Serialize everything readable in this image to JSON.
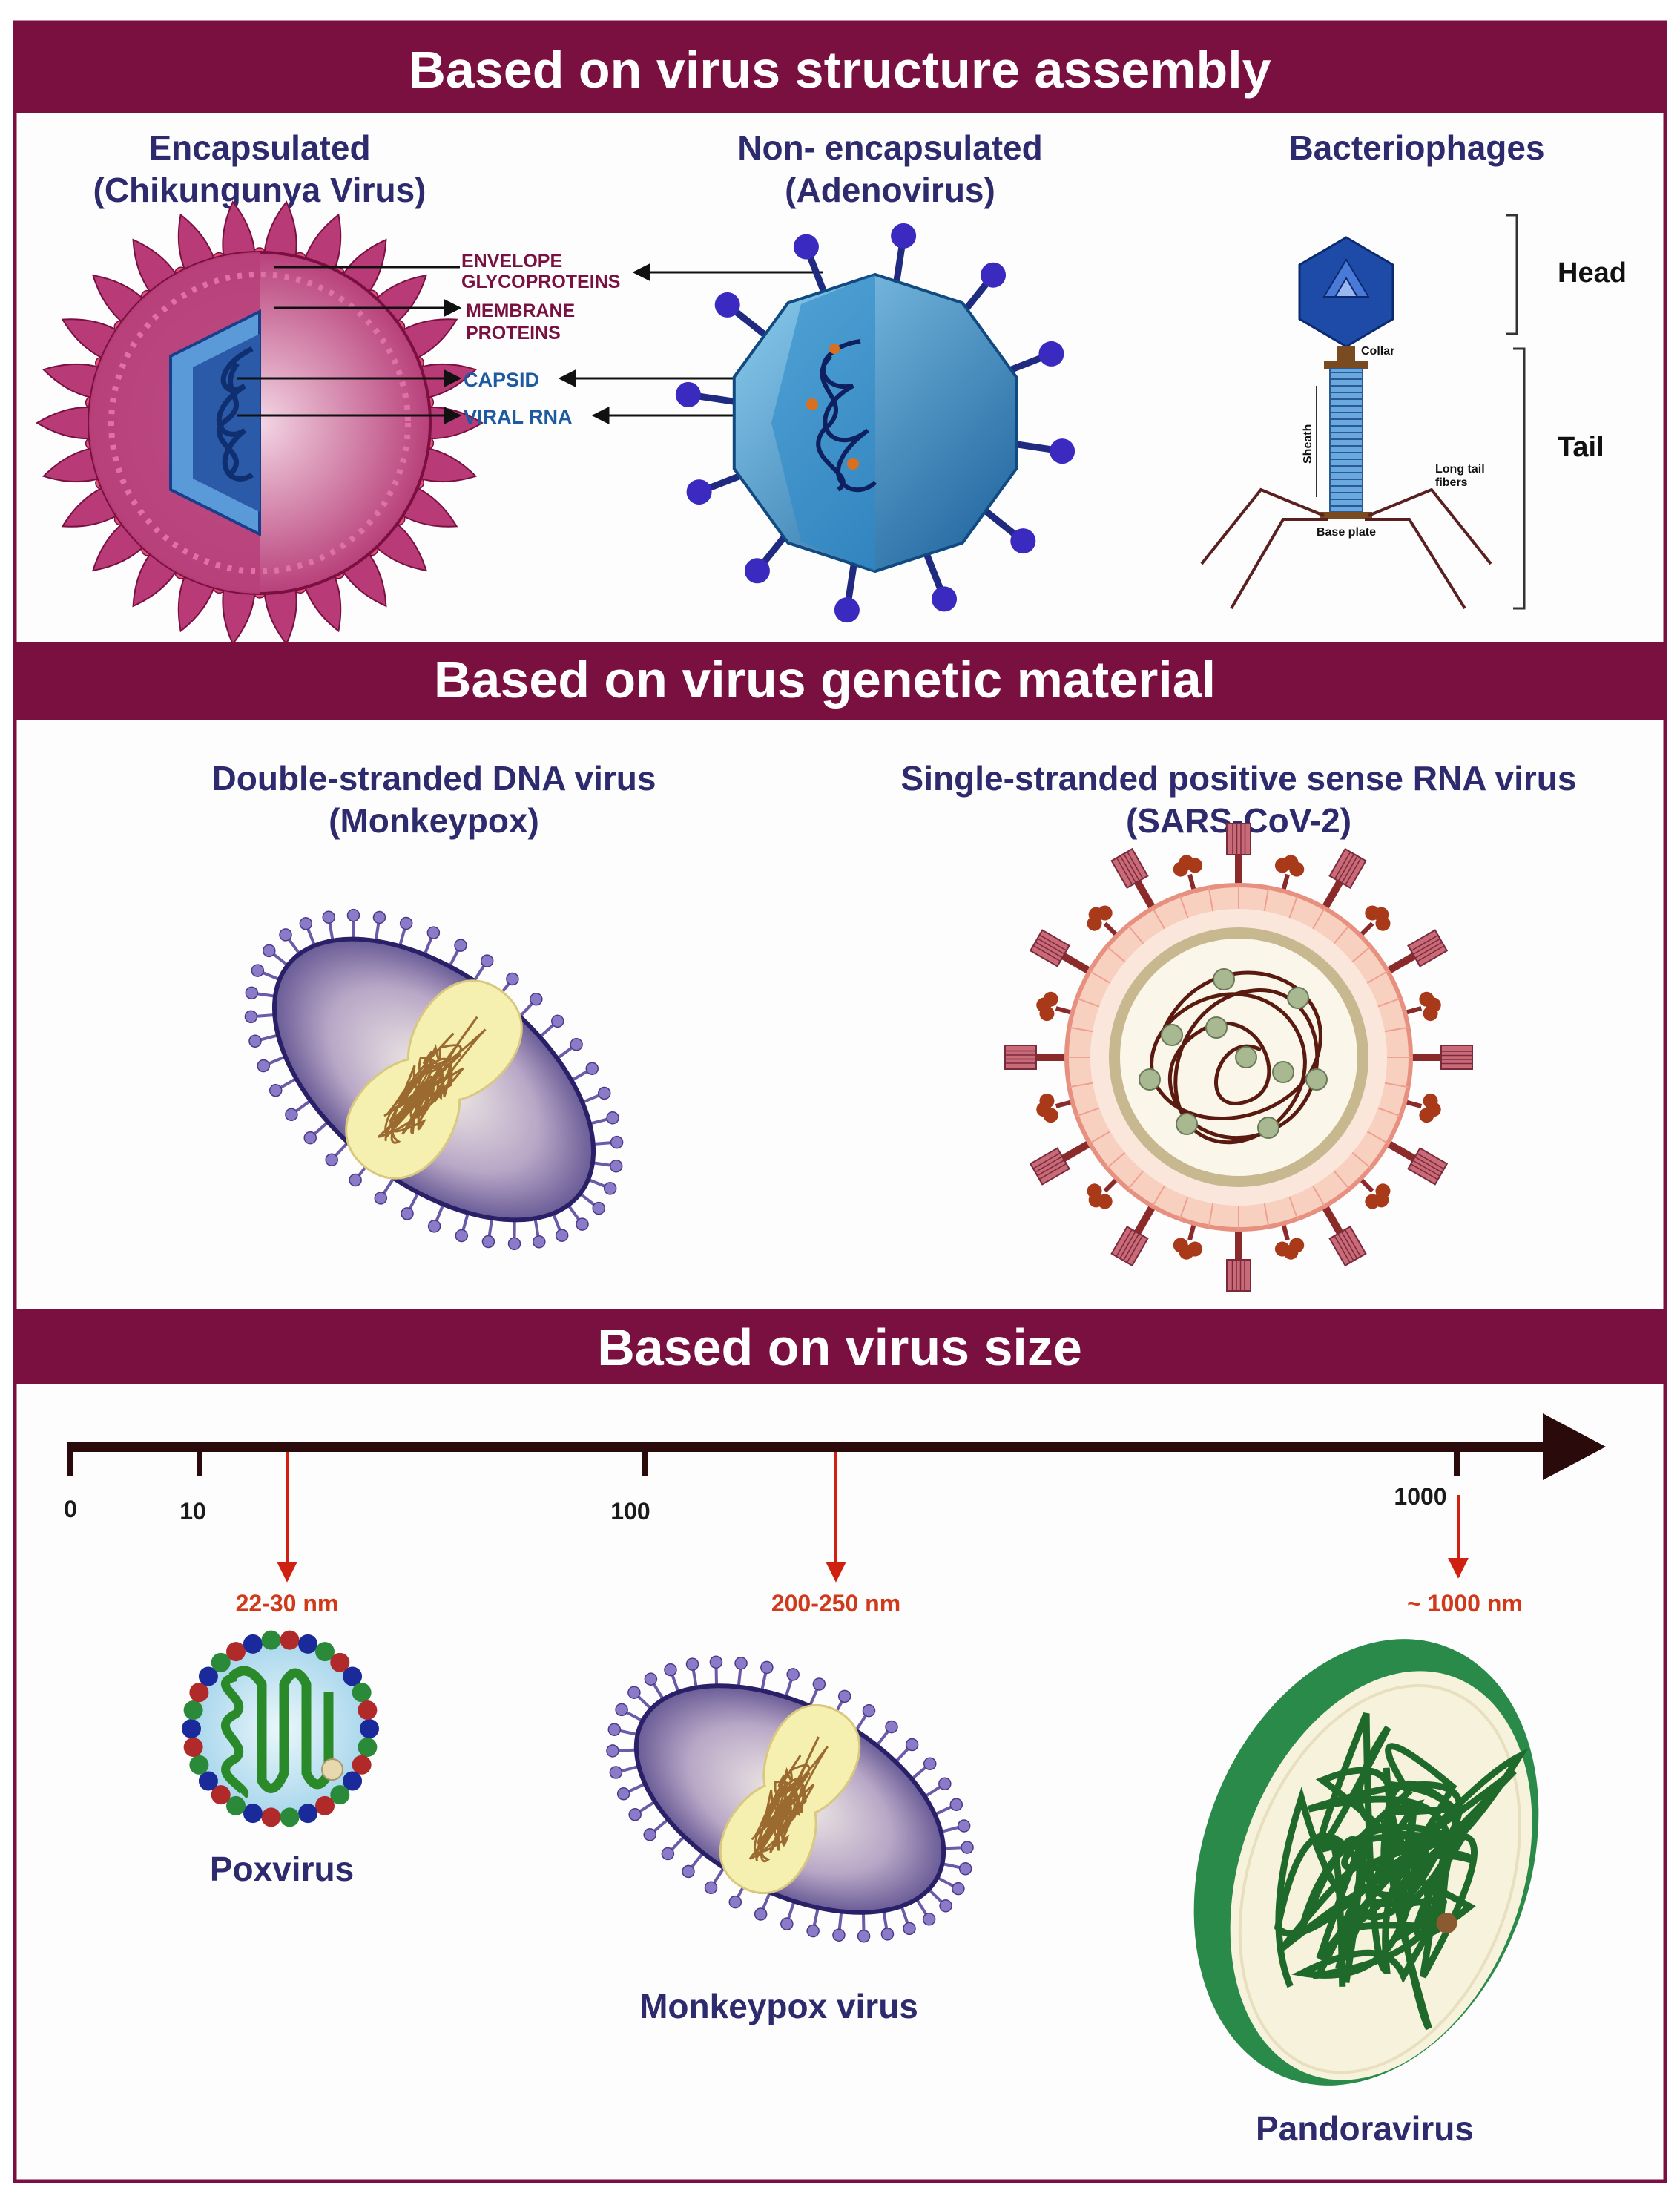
{
  "sections": {
    "structure": {
      "title": "Based on virus structure assembly",
      "encapsulated": {
        "line1": "Encapsulated",
        "line2": "(Chikungunya Virus)"
      },
      "non_encapsulated": {
        "line1": "Non- encapsulated",
        "line2": "(Adenovirus)"
      },
      "bacteriophages": {
        "title": "Bacteriophages",
        "head": "Head",
        "tail": "Tail",
        "collar": "Collar",
        "sheath": "Sheath",
        "long_tail_fibers_1": "Long tail",
        "long_tail_fibers_2": "fibers",
        "base_plate": "Base plate"
      },
      "labels": {
        "envelope_1": "ENVELOPE",
        "envelope_2": "GLYCOPROTEINS",
        "membrane_1": "MEMBRANE",
        "membrane_2": "PROTEINS",
        "capsid": "CAPSID",
        "viral_rna": "VIRAL RNA"
      }
    },
    "genetic": {
      "title": "Based on virus genetic material",
      "dna": {
        "line1": "Double-stranded DNA virus",
        "line2": "(Monkeypox)"
      },
      "rna": {
        "line1": "Single-stranded positive sense RNA virus",
        "line2": "(SARS-CoV-2)"
      }
    },
    "size": {
      "title": "Based on virus size",
      "ticks": [
        "0",
        "10",
        "100",
        "1000"
      ],
      "markers": [
        "22-30 nm",
        "200-250 nm",
        "~ 1000 nm"
      ],
      "viruses": [
        "Poxvirus",
        "Monkeypox virus",
        "Pandoravirus"
      ]
    }
  },
  "colors": {
    "band": "#7a1040",
    "title_text": "#2e2a6e",
    "label_maroon": "#7a1040",
    "label_blue": "#1e5aa0",
    "marker_red": "#d03a1a",
    "adenovirus": "#2a7fc0",
    "chikungunya": "#c04a80",
    "monkeypox_coat": "#3a2f7a",
    "monkeypox_core": "#f6f0b0",
    "sars_shell": "#f0b0a0",
    "pandoravirus": "#2a8a4a"
  }
}
